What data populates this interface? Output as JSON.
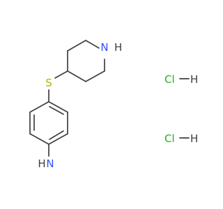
{
  "molecule": {
    "atoms": {
      "piperidine_nh": {
        "label": "N",
        "h": "H"
      },
      "thioether_s": {
        "label": "S"
      },
      "amine_n": {
        "label": "N",
        "h": "H"
      }
    },
    "salts": [
      {
        "cl": "Cl",
        "h": "H"
      },
      {
        "cl": "Cl",
        "h": "H"
      }
    ]
  },
  "colors": {
    "bond": "#3f3f3f",
    "nitrogen": "#3050f8",
    "sulfur": "#b2b200",
    "chlorine": "#1fb31f",
    "hydrogen": "#3f3f3f"
  }
}
